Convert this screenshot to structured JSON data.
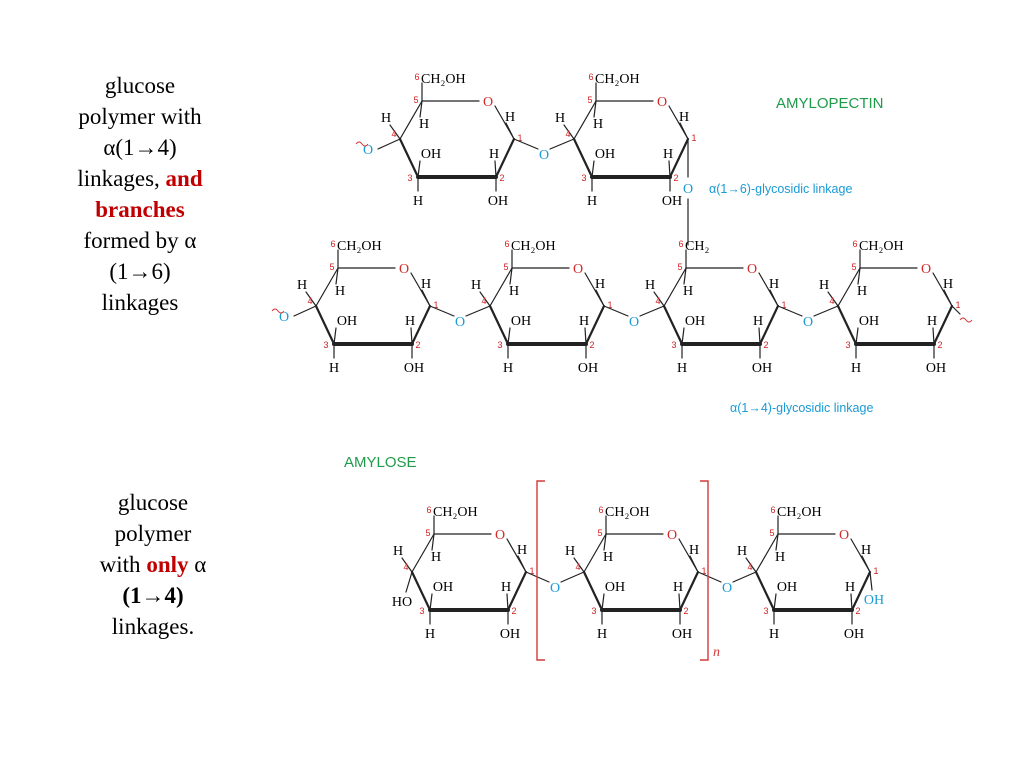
{
  "captions": {
    "amylopectin": {
      "line1": "glucose",
      "line2": "polymer with",
      "line3": "α(1→4)",
      "line4_plain": "linkages, ",
      "line4_red": "and",
      "line5_red": "branches",
      "line6": "formed by α",
      "line7": "(1→6)",
      "line8": "linkages"
    },
    "amylose": {
      "line1": "glucose",
      "line2": "polymer",
      "line3_plain": "with ",
      "line3_red": "only",
      "line3_tail": " α",
      "line4_bold": "(1→4)",
      "line5": "linkages."
    }
  },
  "diagram": {
    "amylopectin_title": "AMYLOPECTIN",
    "amylose_title": "AMYLOSE",
    "linkage_16": "α(1→6)-glycosidic linkage",
    "linkage_14": "α(1→4)-glycosidic linkage",
    "repeat_n": "n",
    "atoms": {
      "ch2oh": "CH₂OH",
      "ch2": "CH₂",
      "o": "O",
      "h": "H",
      "oh": "OH",
      "ho": "HO",
      "c6": "6"
    },
    "carbon_numbers": [
      "1",
      "2",
      "3",
      "4",
      "5",
      "6"
    ],
    "colors": {
      "title_green": "#1f9b4a",
      "oxygen_ring": "#d42a2a",
      "oxygen_link": "#1a9ad6",
      "label_blue": "#1a9ad6",
      "bracket_red": "#d43a3a",
      "carbon_number": "#d02020"
    }
  }
}
